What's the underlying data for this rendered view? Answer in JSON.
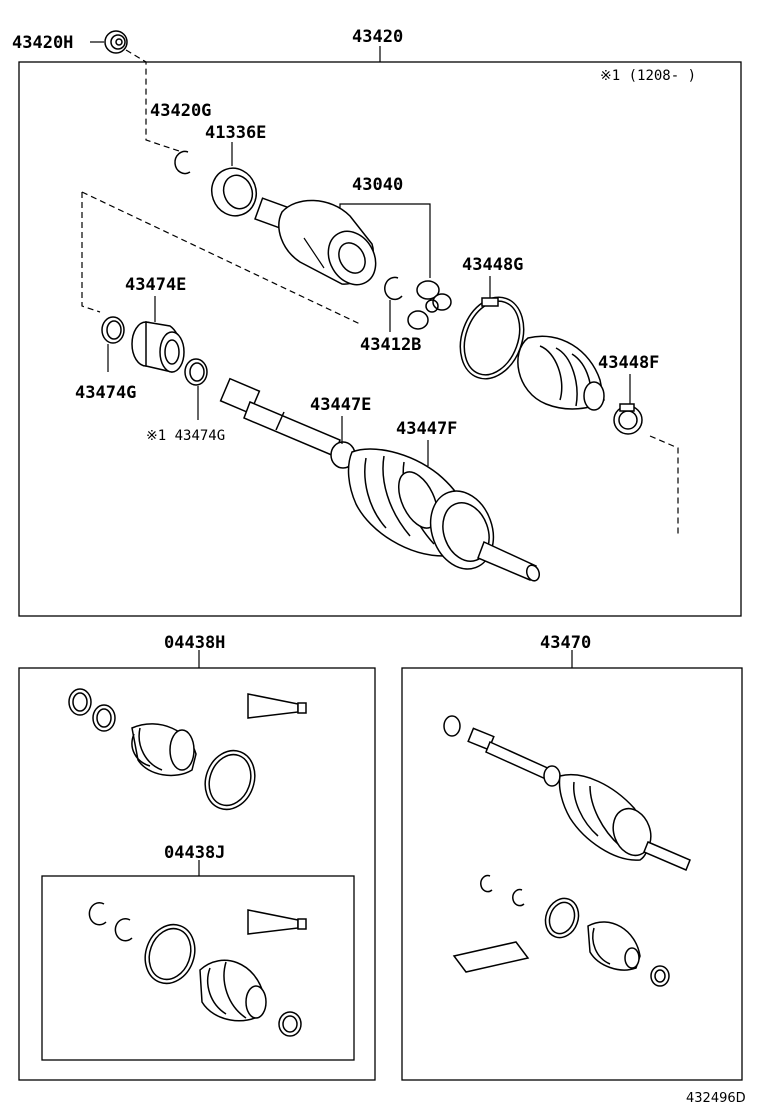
{
  "labels": {
    "assembly": "43420",
    "seal_cap": "43420H",
    "snap_ring_outer": "43420G",
    "dust_seal": "41336E",
    "inboard_joint": "43040",
    "boot_inner": "43448G",
    "boot_inner_clamp": "43448F",
    "snap_ring_inner": "43412B",
    "damper": "43474E",
    "damper_clamp": "43474G",
    "damper_clamp_alt": "※1 43474G",
    "boot_outer_clamp_small": "43447E",
    "boot_outer_clamp_large": "43447F",
    "note": "※1 (1208-      )",
    "boot_kit_h": "04438H",
    "boot_kit_j": "04438J",
    "shaft_assy": "43470"
  },
  "footer": {
    "diagram_code": "432496D"
  },
  "colors": {
    "line": "#000000",
    "background": "#ffffff"
  }
}
